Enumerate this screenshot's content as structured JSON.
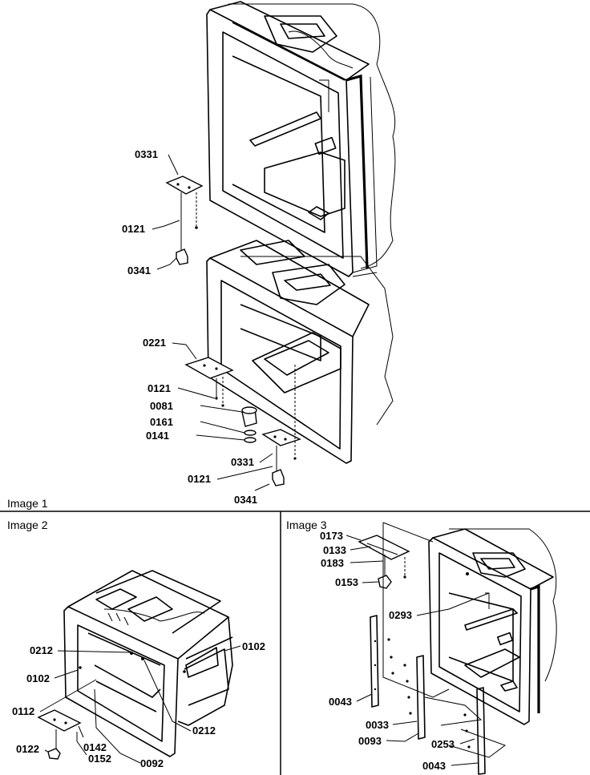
{
  "panels": {
    "image1": {
      "caption": "Image 1"
    },
    "image2": {
      "caption": "Image 2"
    },
    "image3": {
      "caption": "Image 3"
    }
  },
  "callouts": {
    "image1": [
      "0331",
      "0121",
      "0341",
      "0221",
      "0121",
      "0081",
      "0161",
      "0141",
      "0331",
      "0121",
      "0341"
    ],
    "image2": [
      "0212",
      "0102",
      "0102",
      "0112",
      "0122",
      "0142",
      "0152",
      "0092",
      "0212"
    ],
    "image3": [
      "0173",
      "0133",
      "0183",
      "0153",
      "0293",
      "0043",
      "0033",
      "0093",
      "0253",
      "0043"
    ]
  }
}
